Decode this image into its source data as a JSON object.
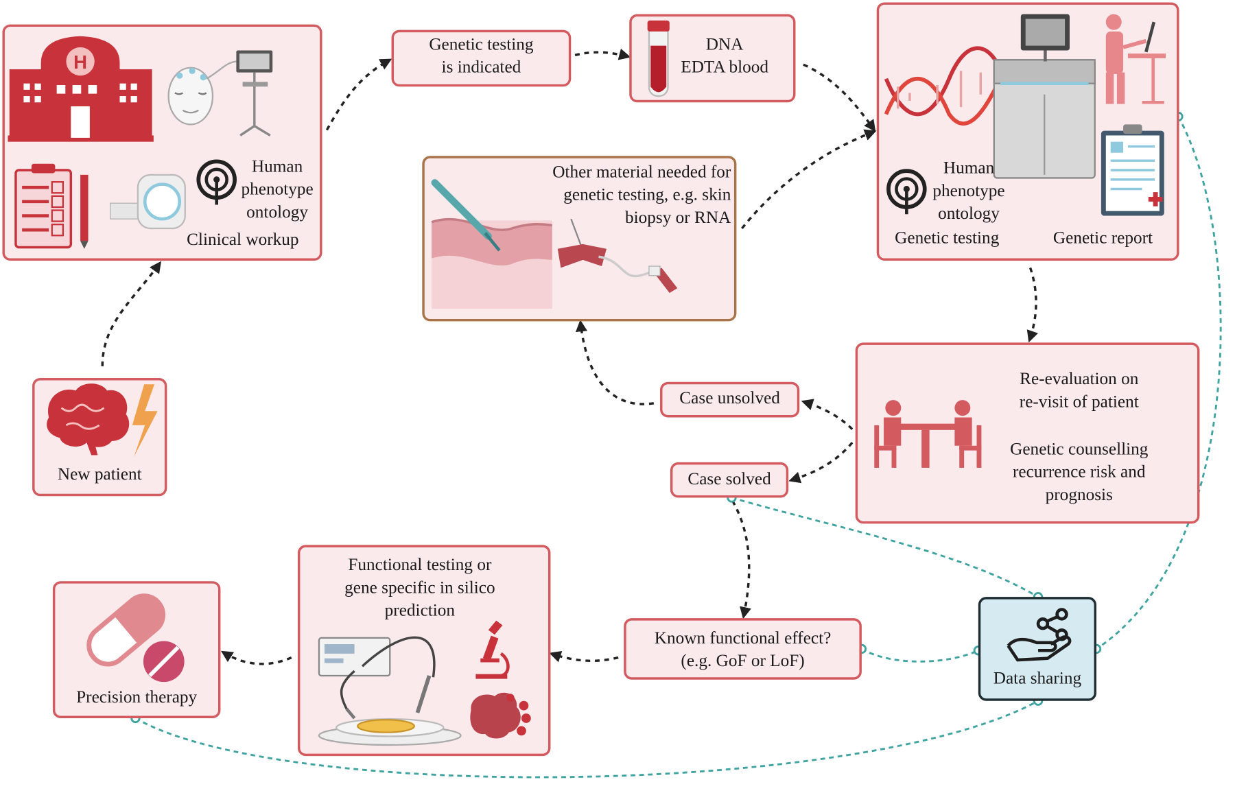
{
  "nodes": {
    "clinical_workup": {
      "hpo_line1": "Human",
      "hpo_line2": "phenotype",
      "hpo_line3": "ontology",
      "caption": "Clinical workup"
    },
    "genetic_testing_indicated": {
      "line1": "Genetic testing",
      "line2": "is indicated"
    },
    "dna_blood": {
      "line1": "DNA",
      "line2": "EDTA blood"
    },
    "genetic_testing_lab": {
      "hpo_line1": "Human",
      "hpo_line2": "phenotype",
      "hpo_line3": "ontology",
      "left_caption": "Genetic testing",
      "right_caption": "Genetic report"
    },
    "other_material": {
      "line1": "Other material needed for",
      "line2": "genetic testing, e.g. skin",
      "line3": "biopsy or RNA"
    },
    "new_patient": {
      "caption": "New patient"
    },
    "reevaluation": {
      "line1": "Re-evaluation on",
      "line2": "re-visit of patient",
      "line3": "Genetic counselling",
      "line4": "recurrence risk and",
      "line5": "prognosis"
    },
    "case_unsolved": {
      "label": "Case unsolved"
    },
    "case_solved": {
      "label": "Case solved"
    },
    "functional_testing": {
      "line1": "Functional testing or",
      "line2": "gene specific in silico",
      "line3": "prediction"
    },
    "known_effect": {
      "line1": "Known functional effect?",
      "line2": "(e.g. GoF or LoF)"
    },
    "precision_therapy": {
      "caption": "Precision therapy"
    },
    "data_sharing": {
      "caption": "Data sharing"
    }
  },
  "colors": {
    "box_fill": "#fbeaeb",
    "box_border": "#d35a5f",
    "accent_red": "#c8323a",
    "teal": "#3fa4a0",
    "data_fill": "#d6eaf1"
  },
  "icons": [
    "hospital-icon",
    "eeg-headset-icon",
    "monitor-stand-icon",
    "checklist-icon",
    "pencil-icon",
    "mri-scanner-icon",
    "hpo-logo-icon",
    "dna-helix-icon",
    "sequencer-icon",
    "lab-worker-icon",
    "clipboard-report-icon",
    "blood-tube-icon",
    "scalpel-icon",
    "skin-section-icon",
    "butterfly-needle-icon",
    "brain-icon",
    "lightning-icon",
    "counselling-table-icon",
    "electrophysiology-rig-icon",
    "microscope-icon",
    "brain-network-icon",
    "capsule-icon",
    "tablet-icon",
    "share-hand-icon"
  ]
}
